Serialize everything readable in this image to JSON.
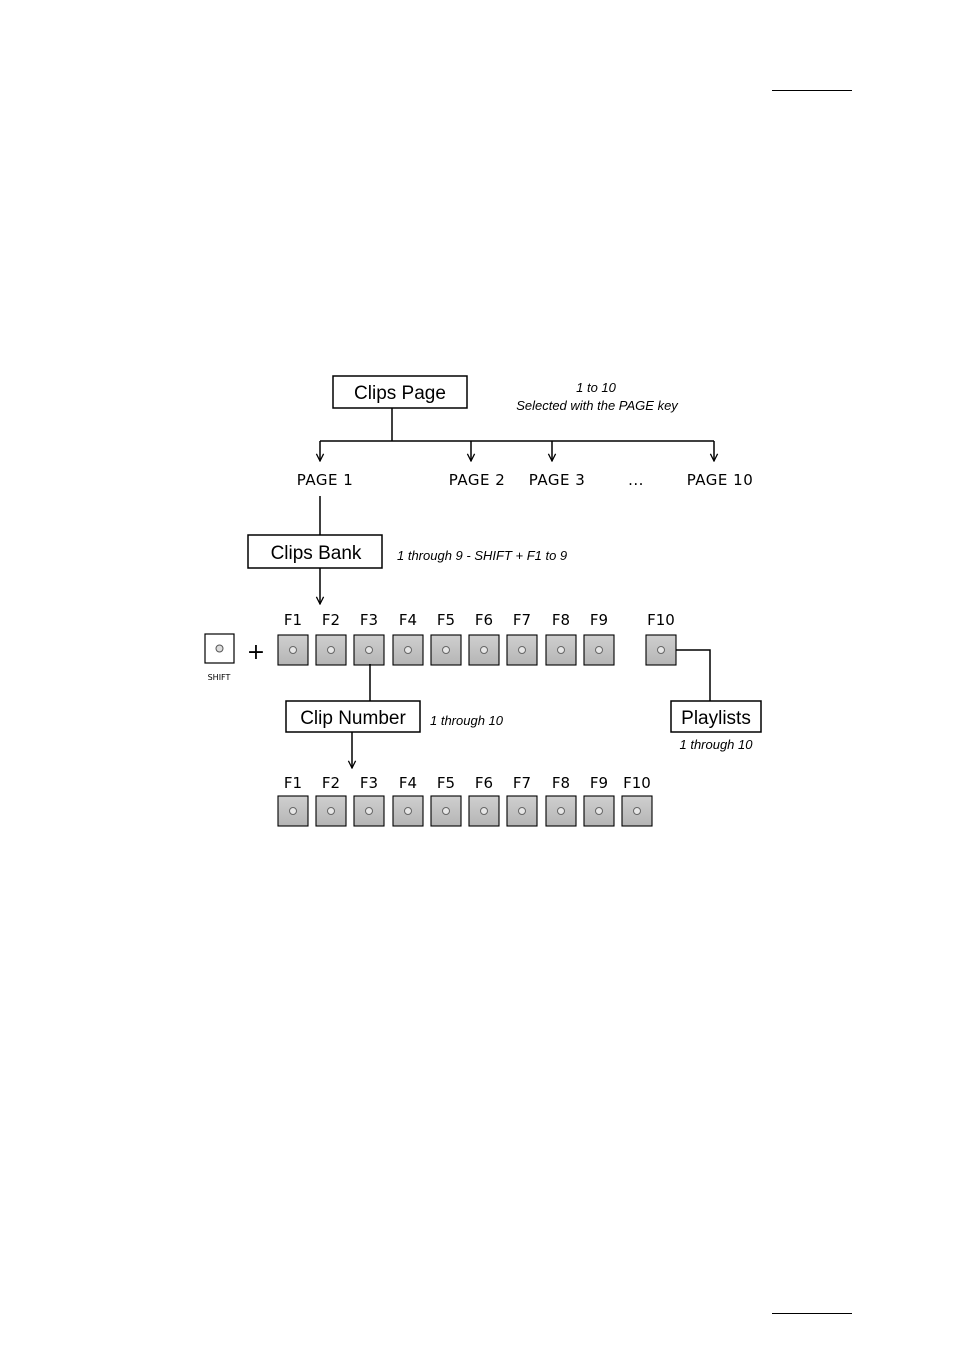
{
  "root": {
    "label": "Clips Page",
    "note_line1": "1 to 10",
    "note_line2": "Selected with the PAGE key"
  },
  "pages": [
    "PAGE 1",
    "PAGE 2",
    "PAGE 3",
    "...",
    "PAGE 10"
  ],
  "clips_bank": {
    "label": "Clips Bank",
    "note": "1 through 9 - SHIFT + F1 to 9"
  },
  "shift_key": {
    "label": "SHIFT"
  },
  "plus": "+",
  "bank_keys": [
    "F1",
    "F2",
    "F3",
    "F4",
    "F5",
    "F6",
    "F7",
    "F8",
    "F9",
    "F10"
  ],
  "clip_number": {
    "label": "Clip Number",
    "note": "1 through 10"
  },
  "playlists": {
    "label": "Playlists",
    "note": "1 through 10"
  },
  "clip_keys": [
    "F1",
    "F2",
    "F3",
    "F4",
    "F5",
    "F6",
    "F7",
    "F8",
    "F9",
    "F10"
  ]
}
